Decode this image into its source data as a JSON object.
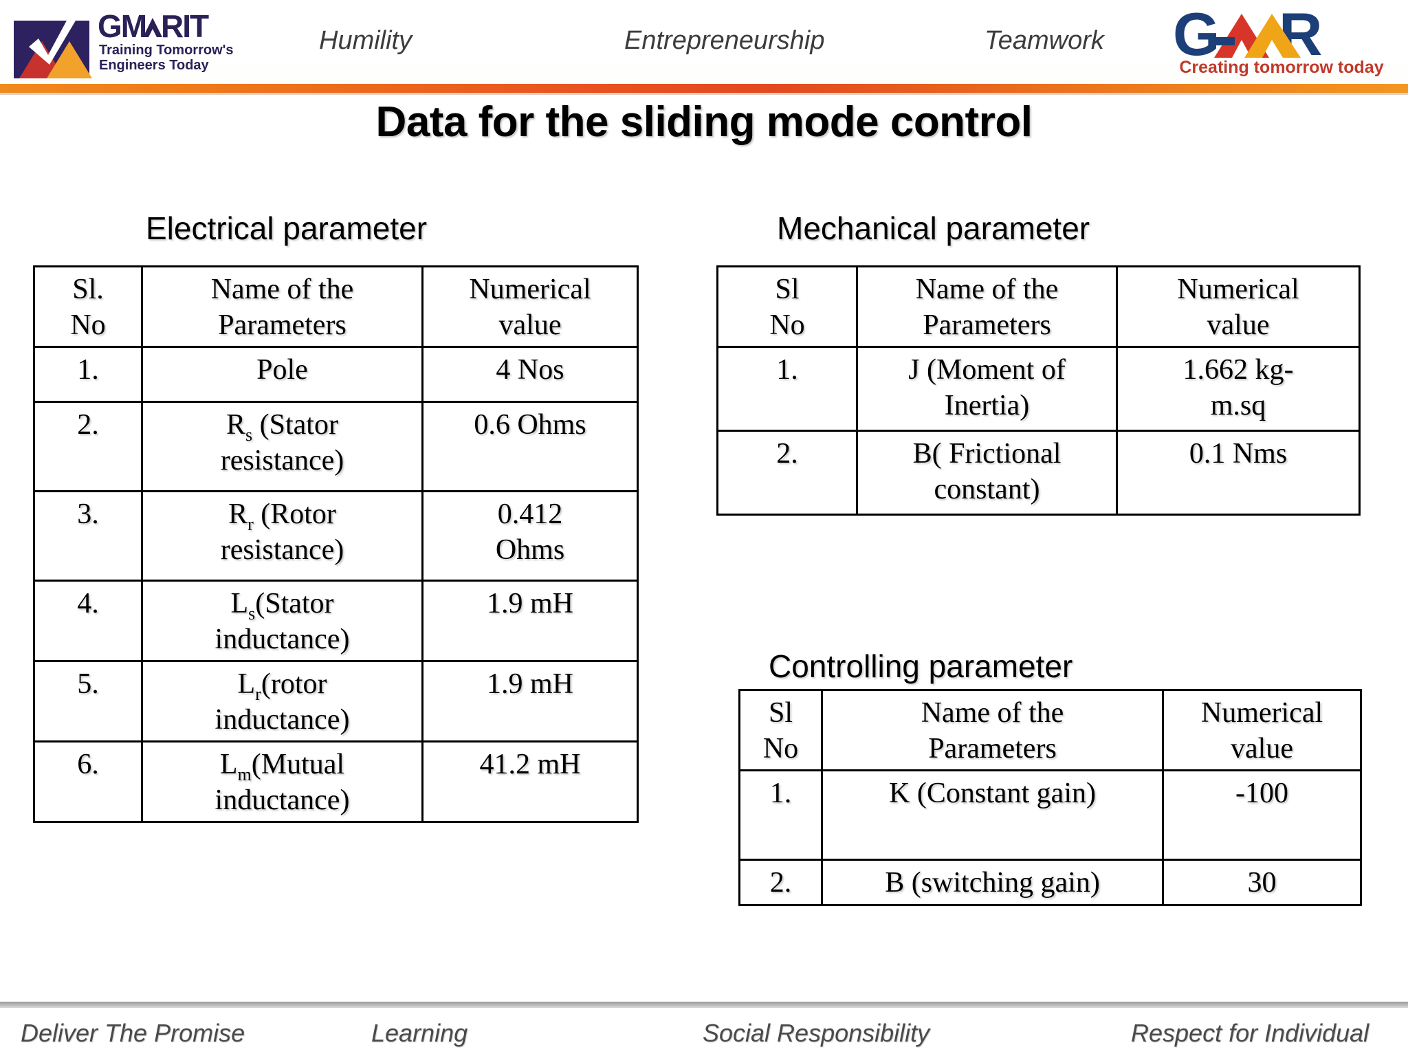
{
  "header": {
    "left_logo": {
      "name": "GMRIT",
      "wordmark": "GMRIT",
      "tagline_line1": "Training Tomorrow's",
      "tagline_line2": "Engineers Today",
      "colors": {
        "navy": "#2e2160",
        "red": "#c8322c",
        "orange": "#f2a12a"
      }
    },
    "values": [
      "Humility",
      "Entrepreneurship",
      "Teamwork"
    ],
    "right_logo": {
      "name": "GMR",
      "wordmark": "GMR",
      "tagline": "Creating tomorrow today",
      "colors": {
        "navy": "#1c3f77",
        "red": "#d8352a",
        "amber": "#f0a519",
        "tagline": "#c0392b"
      }
    },
    "rule_color": "#e8521f"
  },
  "title": "Data for the sliding mode control",
  "sections": {
    "electrical": {
      "heading": "Electrical parameter",
      "columns": [
        "Sl. No",
        "Name of the Parameters",
        "Numerical value"
      ],
      "columns_split": {
        "c0_line1": "Sl.",
        "c0_line2": "No",
        "c1_line1": "Name of the",
        "c1_line2": "Parameters",
        "c2_line1": "Numerical",
        "c2_line2": "value"
      },
      "rows": [
        {
          "sl": "1.",
          "name_main": "Pole",
          "name_sub": "",
          "name_rest": "",
          "name_line2": "",
          "value": "4 Nos",
          "value_line2": ""
        },
        {
          "sl": "2.",
          "name_main": "R",
          "name_sub": "s",
          "name_rest": " (Stator",
          "name_line2": "resistance)",
          "value": "0.6 Ohms",
          "value_line2": ""
        },
        {
          "sl": "3.",
          "name_main": "R",
          "name_sub": "r",
          "name_rest": " (Rotor",
          "name_line2": "resistance)",
          "value": "0.412",
          "value_line2": "Ohms"
        },
        {
          "sl": "4.",
          "name_main": "L",
          "name_sub": "s",
          "name_rest": "(Stator",
          "name_line2": "inductance)",
          "value": "1.9 mH",
          "value_line2": ""
        },
        {
          "sl": "5.",
          "name_main": "L",
          "name_sub": "r",
          "name_rest": "(rotor",
          "name_line2": "inductance)",
          "value": "1.9 mH",
          "value_line2": ""
        },
        {
          "sl": "6.",
          "name_main": "L",
          "name_sub": "m",
          "name_rest": "(Mutual",
          "name_line2": "inductance)",
          "value": "41.2 mH",
          "value_line2": ""
        }
      ]
    },
    "mechanical": {
      "heading": "Mechanical parameter",
      "columns": [
        "Sl No",
        "Name of the Parameters",
        "Numerical value"
      ],
      "columns_split": {
        "c0_line1": "Sl",
        "c0_line2": "No",
        "c1_line1": "Name of the",
        "c1_line2": "Parameters",
        "c2_line1": "Numerical",
        "c2_line2": "value"
      },
      "rows": [
        {
          "sl": "1.",
          "name_line1": "J (Moment  of",
          "name_line2": "Inertia)",
          "value_line1": "1.662 kg-",
          "value_line2": "m.sq"
        },
        {
          "sl": "2.",
          "name_line1": "B( Frictional",
          "name_line2": "constant)",
          "value_line1": "0.1 Nms",
          "value_line2": ""
        }
      ]
    },
    "controlling": {
      "heading": "Controlling parameter",
      "columns": [
        "Sl No",
        "Name of the Parameters",
        "Numerical value"
      ],
      "columns_split": {
        "c0_line1": "Sl",
        "c0_line2": "No",
        "c1_line1": "Name of the",
        "c1_line2": "Parameters",
        "c2_line1": "Numerical",
        "c2_line2": "value"
      },
      "rows": [
        {
          "sl": "1.",
          "name": "K (Constant gain)",
          "value": "-100"
        },
        {
          "sl": "2.",
          "name": "B (switching gain)",
          "value": "30"
        }
      ]
    }
  },
  "footer": {
    "values": [
      "Deliver The Promise",
      "Learning",
      "Social Responsibility",
      "Respect for Individual"
    ]
  }
}
